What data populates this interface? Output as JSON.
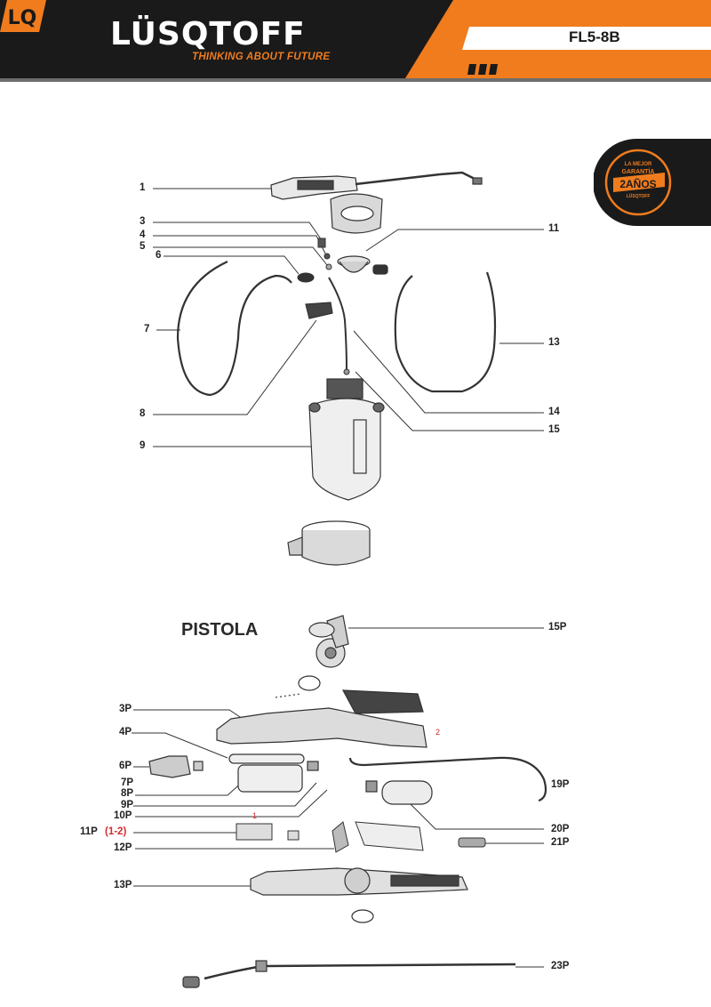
{
  "header": {
    "brand": "LÜSQTOFF",
    "logo_mark": "LQ",
    "tagline": "THINKING ABOUT FUTURE",
    "model": "FL5-8B",
    "colors": {
      "dark": "#1a1a1a",
      "accent": "#f07c1e",
      "white": "#ffffff"
    }
  },
  "badge": {
    "line1": "LA MEJOR",
    "line2": "GARANTÍA",
    "line3": "2AÑOS",
    "line4": "LÜSQTOFF"
  },
  "section_title": "PISTOLA",
  "callouts_main": [
    "1",
    "3",
    "4",
    "5",
    "6",
    "7",
    "8",
    "9",
    "11",
    "13",
    "14",
    "15"
  ],
  "callouts_pistola": [
    "15P",
    "3P",
    "4P",
    "6P",
    "7P",
    "8P",
    "9P",
    "10P",
    "11P",
    "(1-2)",
    "12P",
    "13P",
    "19P",
    "20P",
    "21P",
    "23P"
  ],
  "marks": {
    "mark_1": "1",
    "mark_2": "2"
  }
}
